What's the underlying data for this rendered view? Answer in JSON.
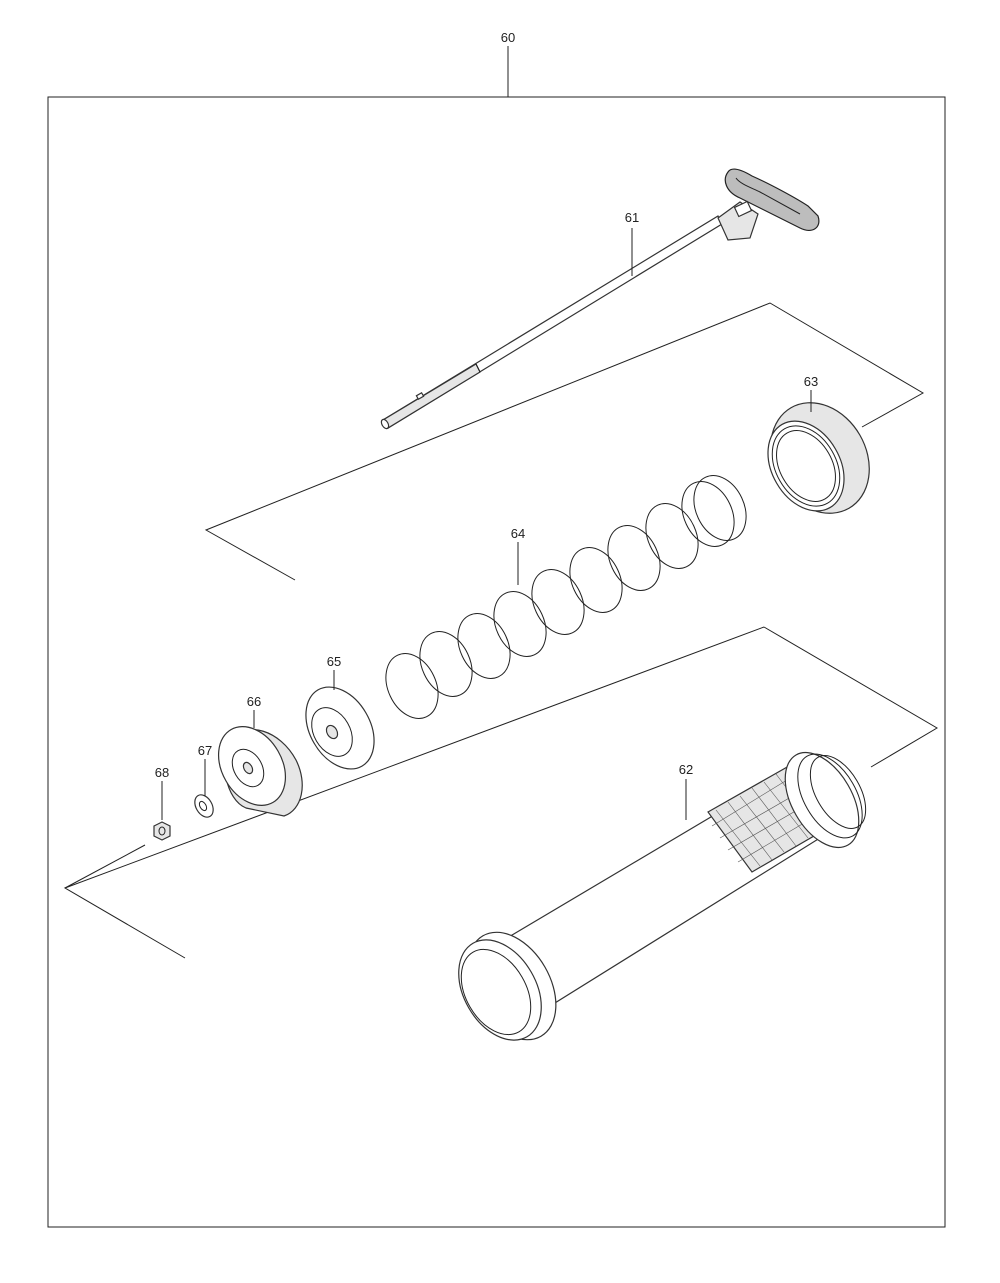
{
  "diagram": {
    "assembly_label": "60",
    "parts": [
      {
        "id": "rod",
        "label": "61"
      },
      {
        "id": "barrel",
        "label": "62"
      },
      {
        "id": "cap",
        "label": "63"
      },
      {
        "id": "spring",
        "label": "64"
      },
      {
        "id": "plunger-disc",
        "label": "65"
      },
      {
        "id": "follower-cup",
        "label": "66"
      },
      {
        "id": "washer",
        "label": "67"
      },
      {
        "id": "nut",
        "label": "68"
      }
    ]
  }
}
